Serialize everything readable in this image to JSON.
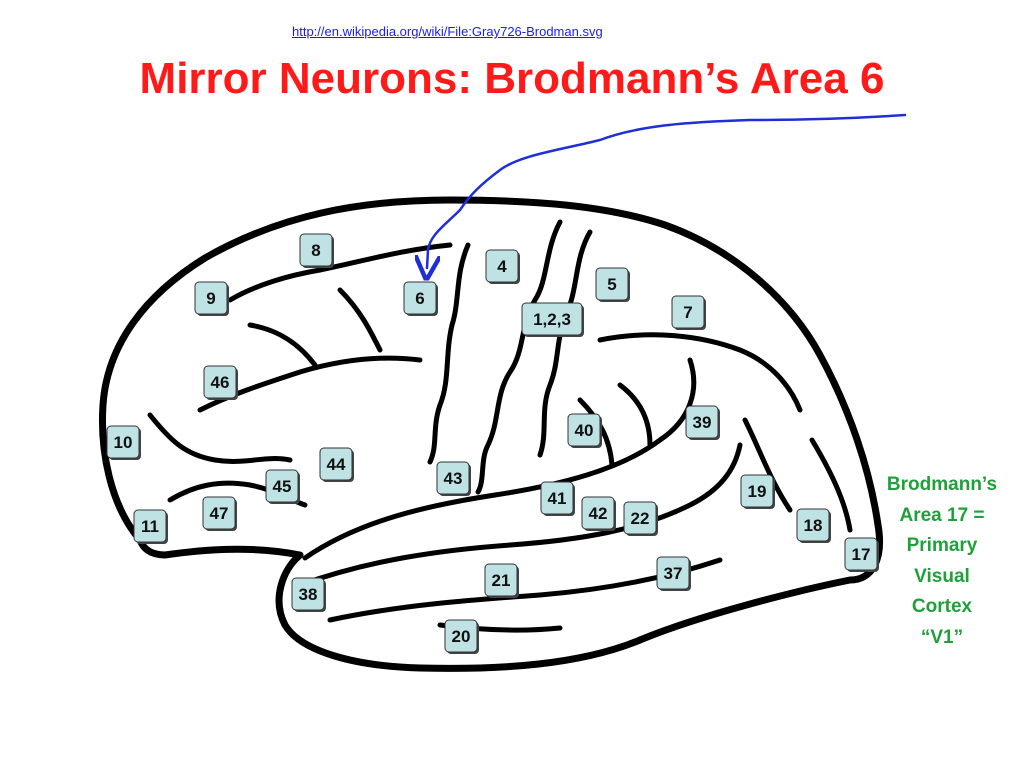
{
  "header": {
    "source_url": "http://en.wikipedia.org/wiki/File:Gray726-Brodman.svg",
    "title": "Mirror Neurons: Brodmann’s Area 6"
  },
  "side_note": {
    "lines": [
      "Brodmann’s",
      "Area 17 =",
      "Primary",
      "Visual",
      "Cortex",
      "“V1”"
    ]
  },
  "areas": [
    {
      "id": "area-8",
      "label": "8"
    },
    {
      "id": "area-4",
      "label": "4"
    },
    {
      "id": "area-9",
      "label": "9"
    },
    {
      "id": "area-6",
      "label": "6"
    },
    {
      "id": "area-5",
      "label": "5"
    },
    {
      "id": "area-7",
      "label": "7"
    },
    {
      "id": "area-1-2-3",
      "label": "1,2,3"
    },
    {
      "id": "area-46",
      "label": "46"
    },
    {
      "id": "area-40",
      "label": "40"
    },
    {
      "id": "area-39",
      "label": "39"
    },
    {
      "id": "area-10",
      "label": "10"
    },
    {
      "id": "area-44",
      "label": "44"
    },
    {
      "id": "area-43",
      "label": "43"
    },
    {
      "id": "area-45",
      "label": "45"
    },
    {
      "id": "area-41",
      "label": "41"
    },
    {
      "id": "area-19",
      "label": "19"
    },
    {
      "id": "area-47",
      "label": "47"
    },
    {
      "id": "area-42",
      "label": "42"
    },
    {
      "id": "area-22",
      "label": "22"
    },
    {
      "id": "area-11",
      "label": "11"
    },
    {
      "id": "area-18",
      "label": "18"
    },
    {
      "id": "area-17",
      "label": "17"
    },
    {
      "id": "area-37",
      "label": "37"
    },
    {
      "id": "area-21",
      "label": "21"
    },
    {
      "id": "area-38",
      "label": "38"
    },
    {
      "id": "area-20",
      "label": "20"
    }
  ],
  "colors": {
    "title": "#ff1a1a",
    "link": "#1a1aff",
    "side_note": "#1fa03a",
    "pointer": "#1f2fd6",
    "box_fill": "#bfe2e4",
    "outline": "#000000"
  }
}
